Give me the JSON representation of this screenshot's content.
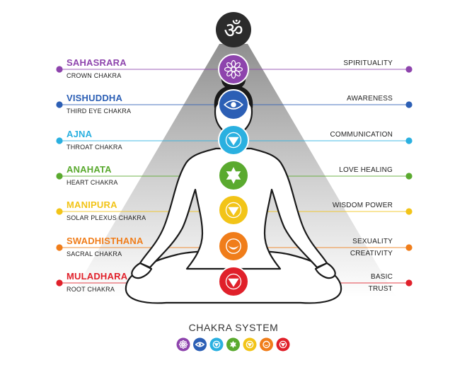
{
  "title": "CHAKRA SYSTEM",
  "om_symbol": "ॐ",
  "chakras": [
    {
      "name": "SAHASRARA",
      "subtitle": "CROWN CHAKRA",
      "quality": [
        "SPIRITUALITY"
      ],
      "color": "#8e44ad",
      "icon": "lotus-icon"
    },
    {
      "name": "VISHUDDHA",
      "subtitle": "THIRD EYE CHAKRA",
      "quality": [
        "AWARENESS"
      ],
      "color": "#2c5fb5",
      "icon": "eye-icon"
    },
    {
      "name": "AJNA",
      "subtitle": "THROAT CHAKRA",
      "quality": [
        "COMMUNICATION"
      ],
      "color": "#2ab0e0",
      "icon": "triangle-down-icon"
    },
    {
      "name": "ANAHATA",
      "subtitle": "HEART CHAKRA",
      "quality": [
        "LOVE HEALING"
      ],
      "color": "#5aaa2f",
      "icon": "star-icon"
    },
    {
      "name": "MANIPURA",
      "subtitle": "SOLAR PLEXUS CHAKRA",
      "quality": [
        "WISDOM POWER"
      ],
      "color": "#f2c418",
      "icon": "triangle-down-icon"
    },
    {
      "name": "SWADHISTHANA",
      "subtitle": "SACRAL CHAKRA",
      "quality": [
        "SEXUALITY",
        "CREATIVITY"
      ],
      "color": "#f07d1a",
      "icon": "crescent-icon"
    },
    {
      "name": "MULADHARA",
      "subtitle": "ROOT  CHAKRA",
      "quality": [
        "BASIC",
        "TRUST"
      ],
      "color": "#e0202a",
      "icon": "triangle-down-icon"
    }
  ],
  "colors": {
    "outline": "#1a1a1a",
    "om_background": "#2b2b2b",
    "pyramid_top": "#9a9a9a"
  }
}
